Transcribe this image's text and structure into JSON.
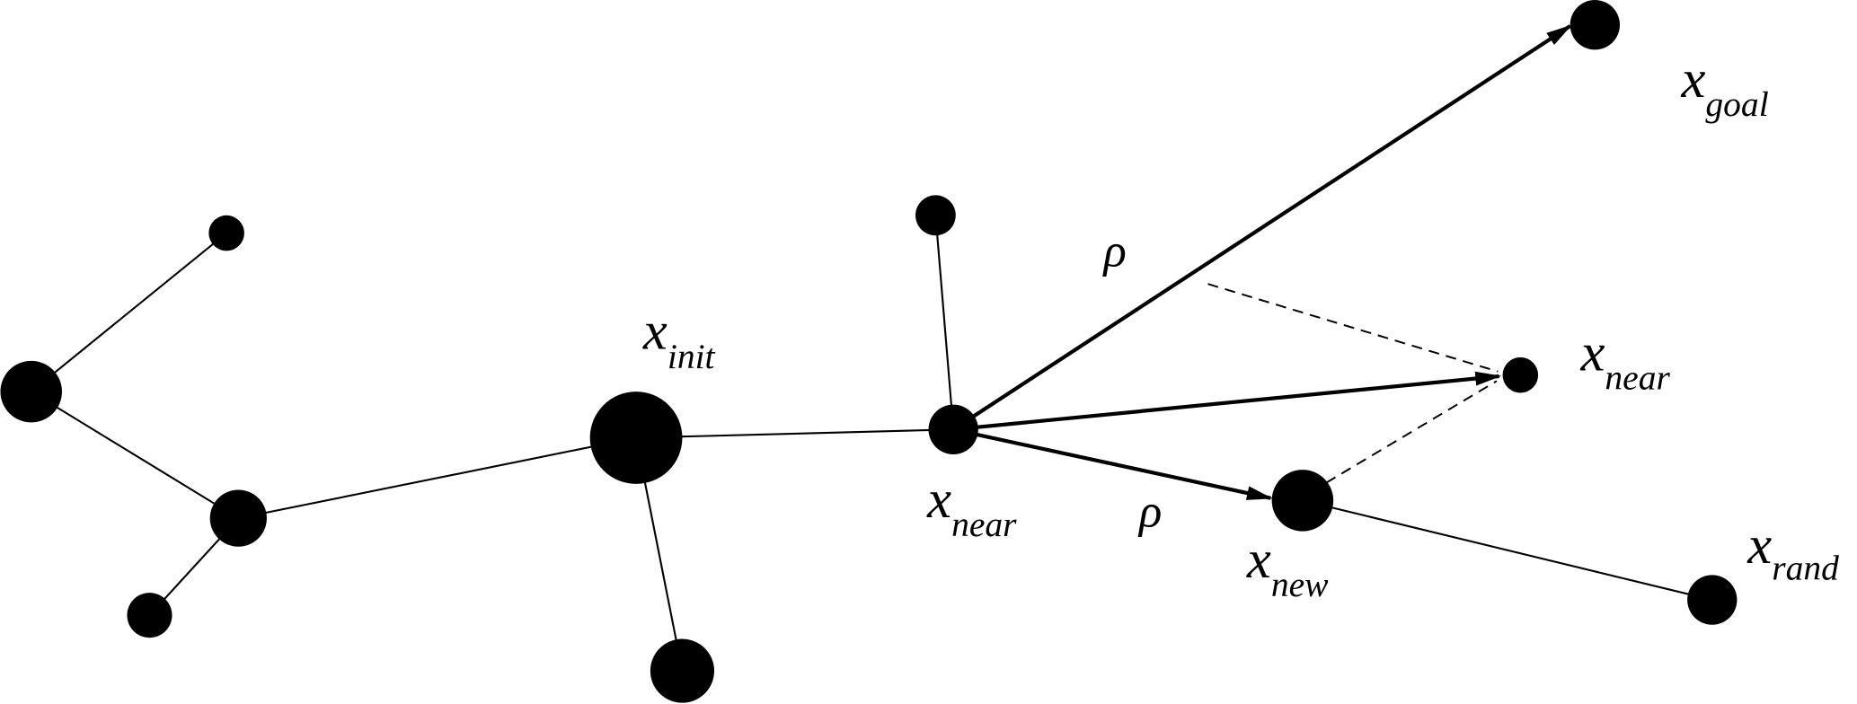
{
  "title": "RRT tree extension diagram",
  "colors": {
    "ink": "#000000",
    "background": "#ffffff"
  },
  "labels": {
    "goal": {
      "main": "x",
      "sub": "goal"
    },
    "init": {
      "main": "x",
      "sub": "init"
    },
    "near_right": {
      "main": "x",
      "sub": "near"
    },
    "near_center": {
      "main": "x",
      "sub": "near"
    },
    "new": {
      "main": "x",
      "sub": "new"
    },
    "rand": {
      "main": "x",
      "sub": "rand"
    },
    "rho_upper": "ρ",
    "rho_lower": "ρ"
  }
}
